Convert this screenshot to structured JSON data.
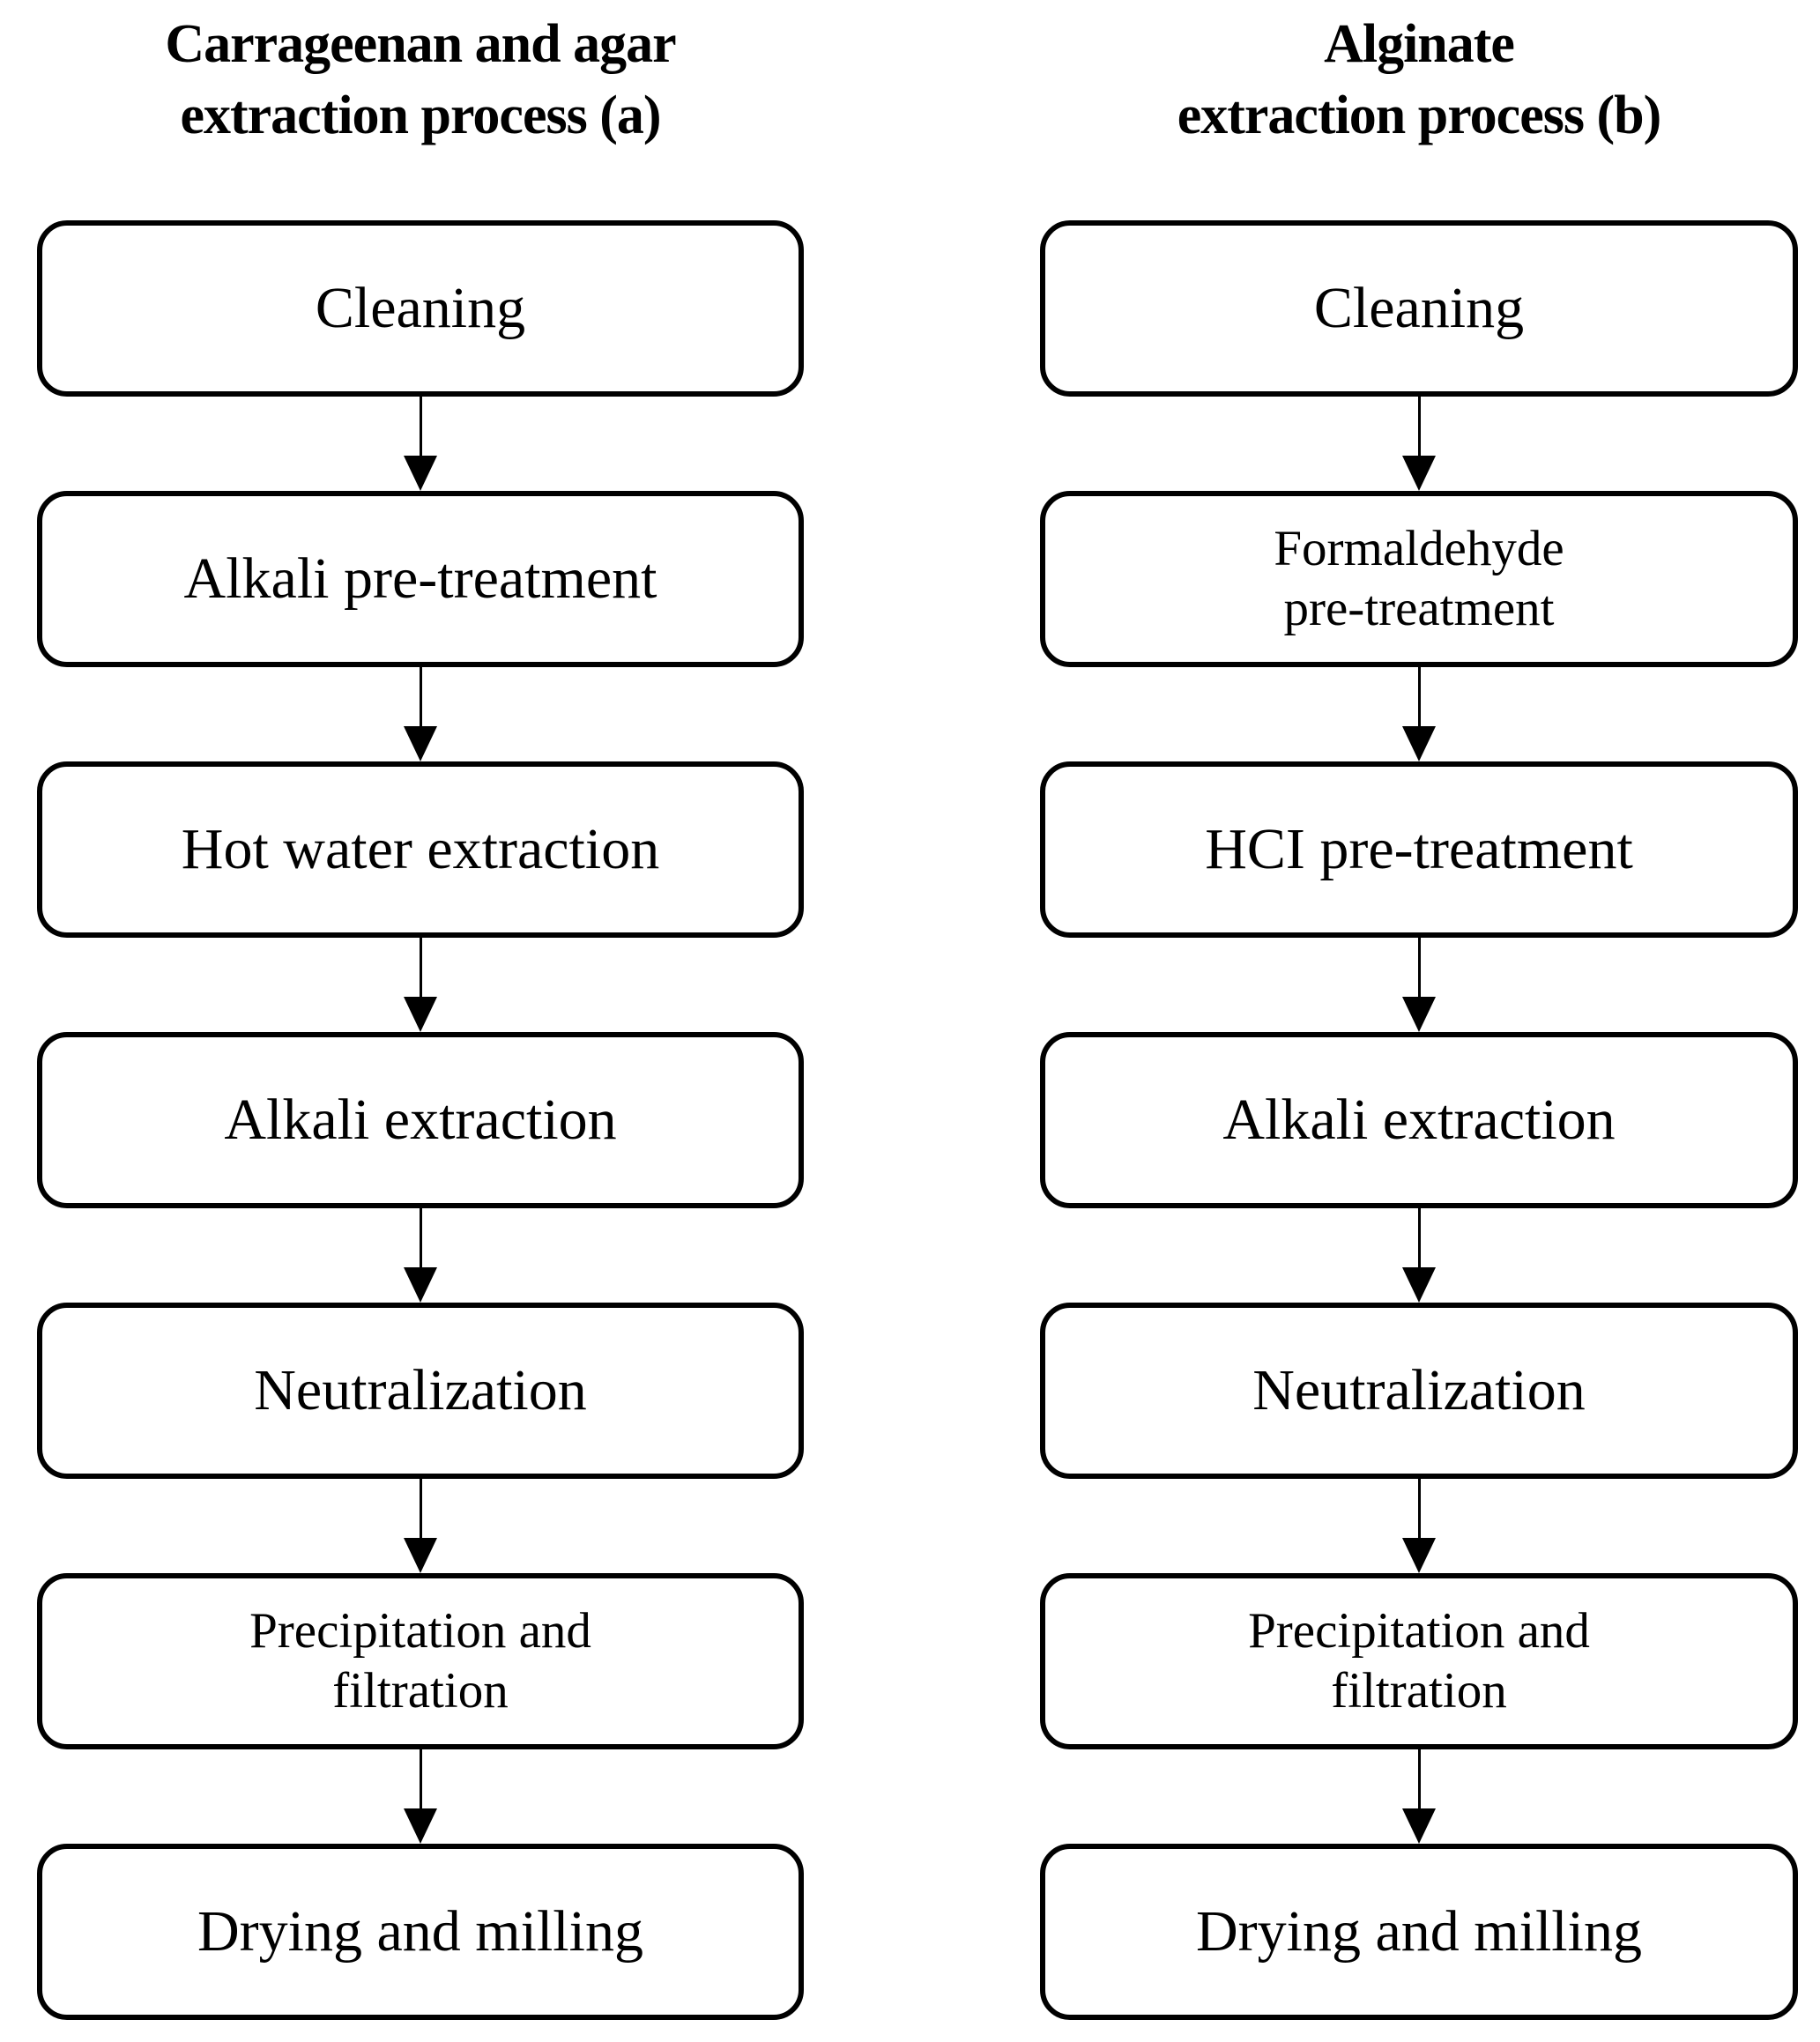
{
  "page": {
    "background_color": "#ffffff",
    "ink_color": "#000000",
    "type": "flowchart"
  },
  "columns": [
    {
      "id": "a",
      "title": "Carrageenan and agar\nextraction process (a)",
      "steps": [
        "Cleaning",
        "Alkali pre-treatment",
        "Hot water extraction",
        "Alkali extraction",
        "Neutralization",
        "Precipitation and\nfiltration",
        "Drying and milling"
      ]
    },
    {
      "id": "b",
      "title": "Alginate\nextraction process (b)",
      "steps": [
        "Cleaning",
        "Formaldehyde\npre-treatment",
        "HCI pre-treatment",
        "Alkali extraction",
        "Neutralization",
        "Precipitation and\nfiltration",
        "Drying and milling"
      ]
    }
  ]
}
